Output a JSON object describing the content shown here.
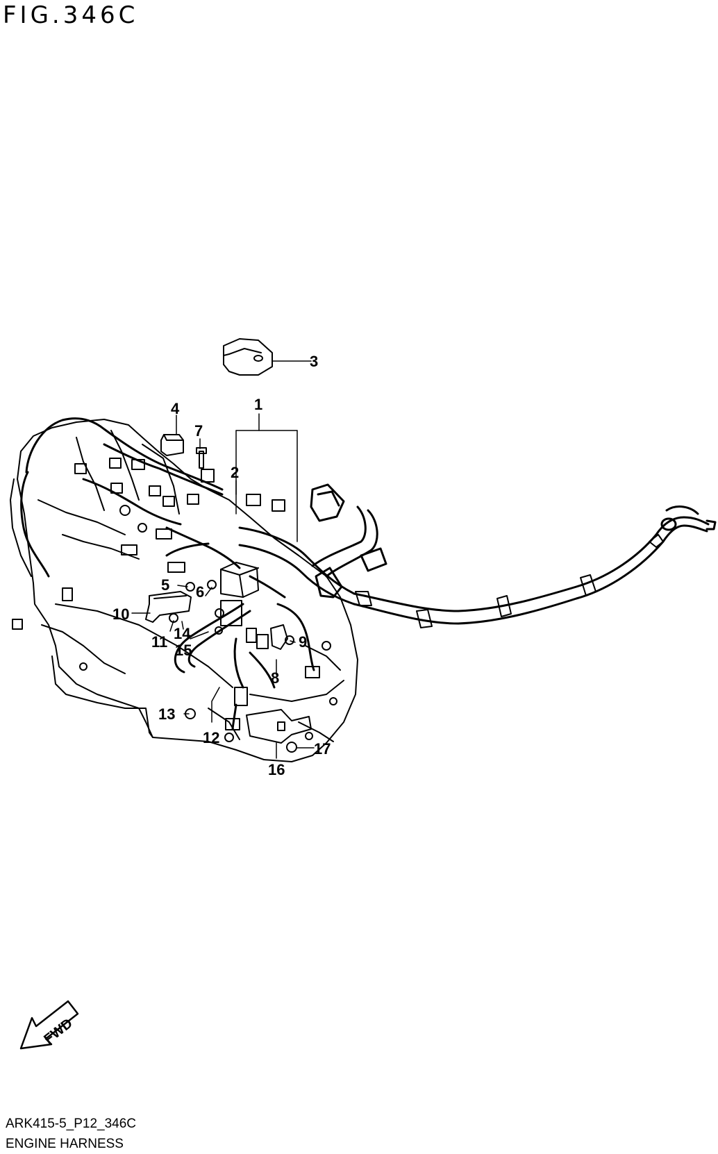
{
  "figure": {
    "title": "FIG.346C"
  },
  "callouts": [
    {
      "id": "c1",
      "label": "1"
    },
    {
      "id": "c2",
      "label": "2"
    },
    {
      "id": "c3",
      "label": "3"
    },
    {
      "id": "c4",
      "label": "4"
    },
    {
      "id": "c5",
      "label": "5"
    },
    {
      "id": "c6",
      "label": "6"
    },
    {
      "id": "c7",
      "label": "7"
    },
    {
      "id": "c8",
      "label": "8"
    },
    {
      "id": "c9",
      "label": "9"
    },
    {
      "id": "c10",
      "label": "10"
    },
    {
      "id": "c11",
      "label": "11"
    },
    {
      "id": "c12",
      "label": "12"
    },
    {
      "id": "c13",
      "label": "13"
    },
    {
      "id": "c14",
      "label": "14"
    },
    {
      "id": "c15",
      "label": "15"
    },
    {
      "id": "c16",
      "label": "16"
    },
    {
      "id": "c17",
      "label": "17"
    }
  ],
  "direction_marker": {
    "label": "FWD",
    "icon": "forward-arrow-icon"
  },
  "footer": {
    "code": "ARK415-5_P12_346C",
    "name": "ENGINE HARNESS"
  }
}
